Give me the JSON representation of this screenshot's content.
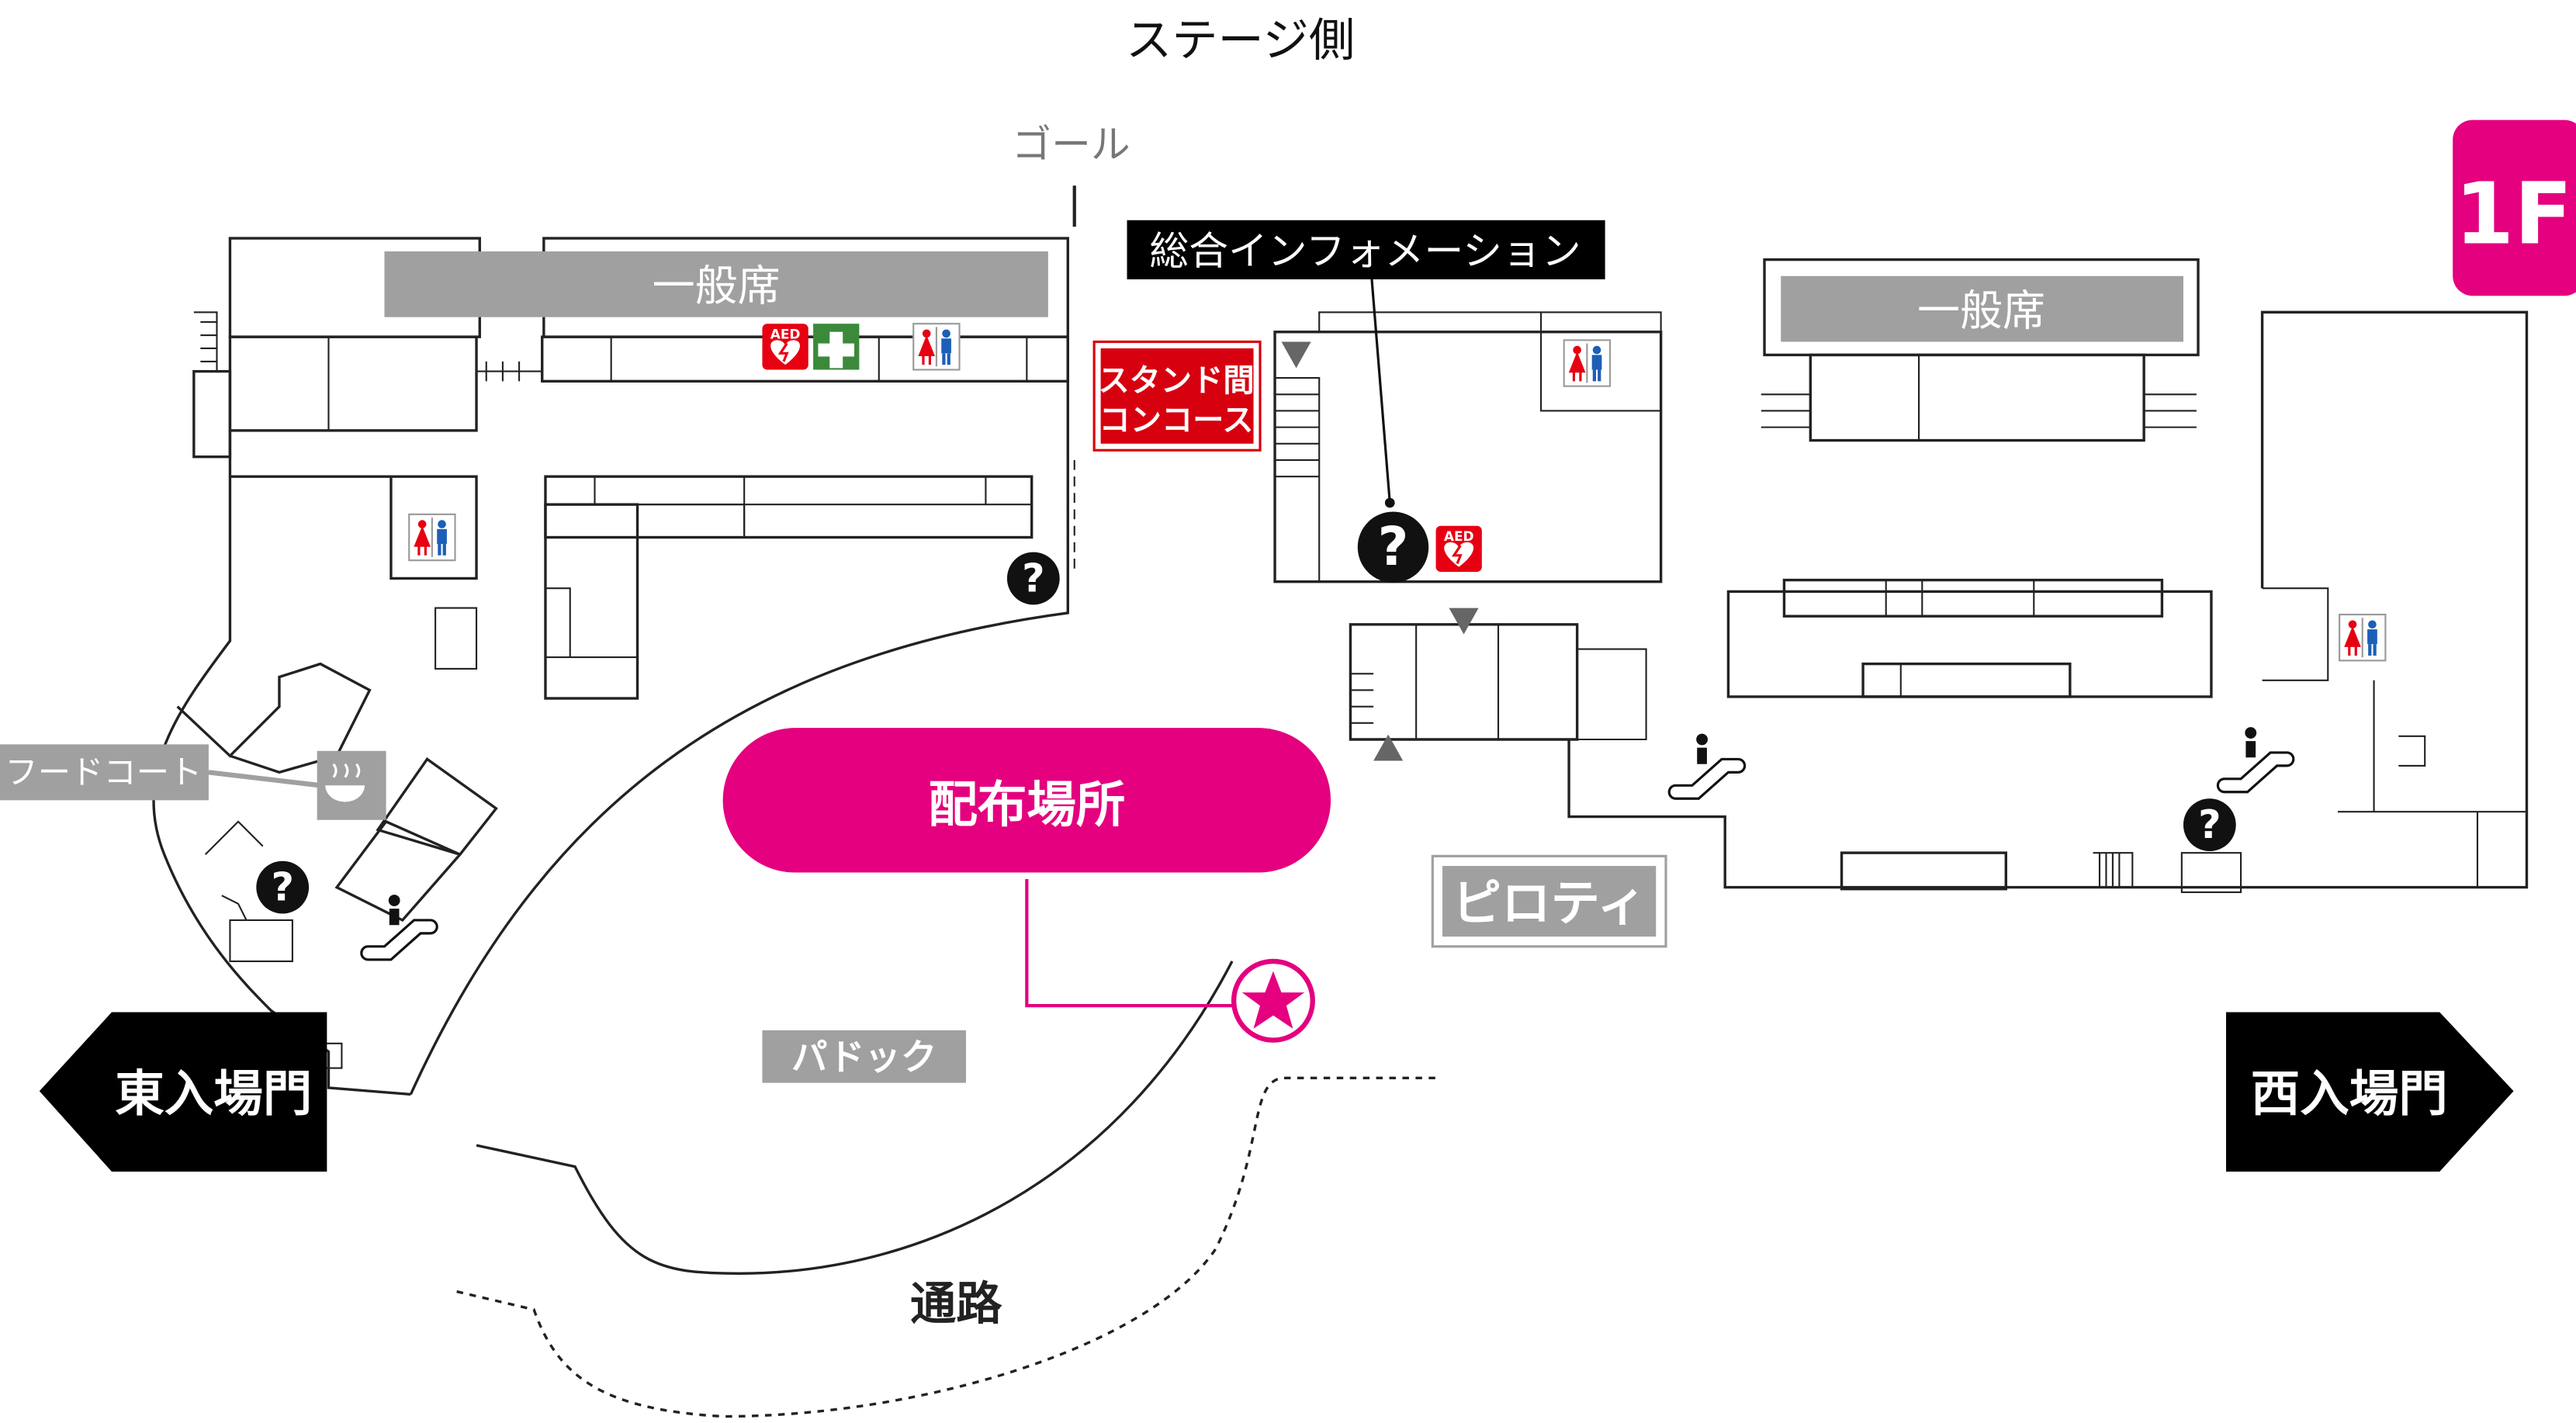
{
  "map": {
    "stage_side": "ステージ側",
    "goal": "ゴール",
    "floor": "1F",
    "general_seat_left": "一般席",
    "general_seat_right": "一般席",
    "info_center": "総合インフォメーション",
    "concourse_line1": "スタンド間",
    "concourse_line2": "コンコース",
    "distribution": "配布場所",
    "piloti": "ピロティ",
    "paddock": "パドック",
    "food_court": "フードコート",
    "east_gate": "東入場門",
    "west_gate": "西入場門",
    "passage": "通路",
    "aed_label": "AED",
    "question_mark": "?"
  },
  "icons": [
    "question-icon",
    "aed-icon",
    "first-aid-icon",
    "restroom-icon",
    "escalator-icon",
    "food-icon",
    "star-icon",
    "triangle-marker-icon"
  ],
  "colors": {
    "accent": "#e4007f",
    "info": "#000000",
    "concourse": "#d7000f",
    "gray_label": "#a0a0a0",
    "first_aid": "#3a8a3a"
  }
}
